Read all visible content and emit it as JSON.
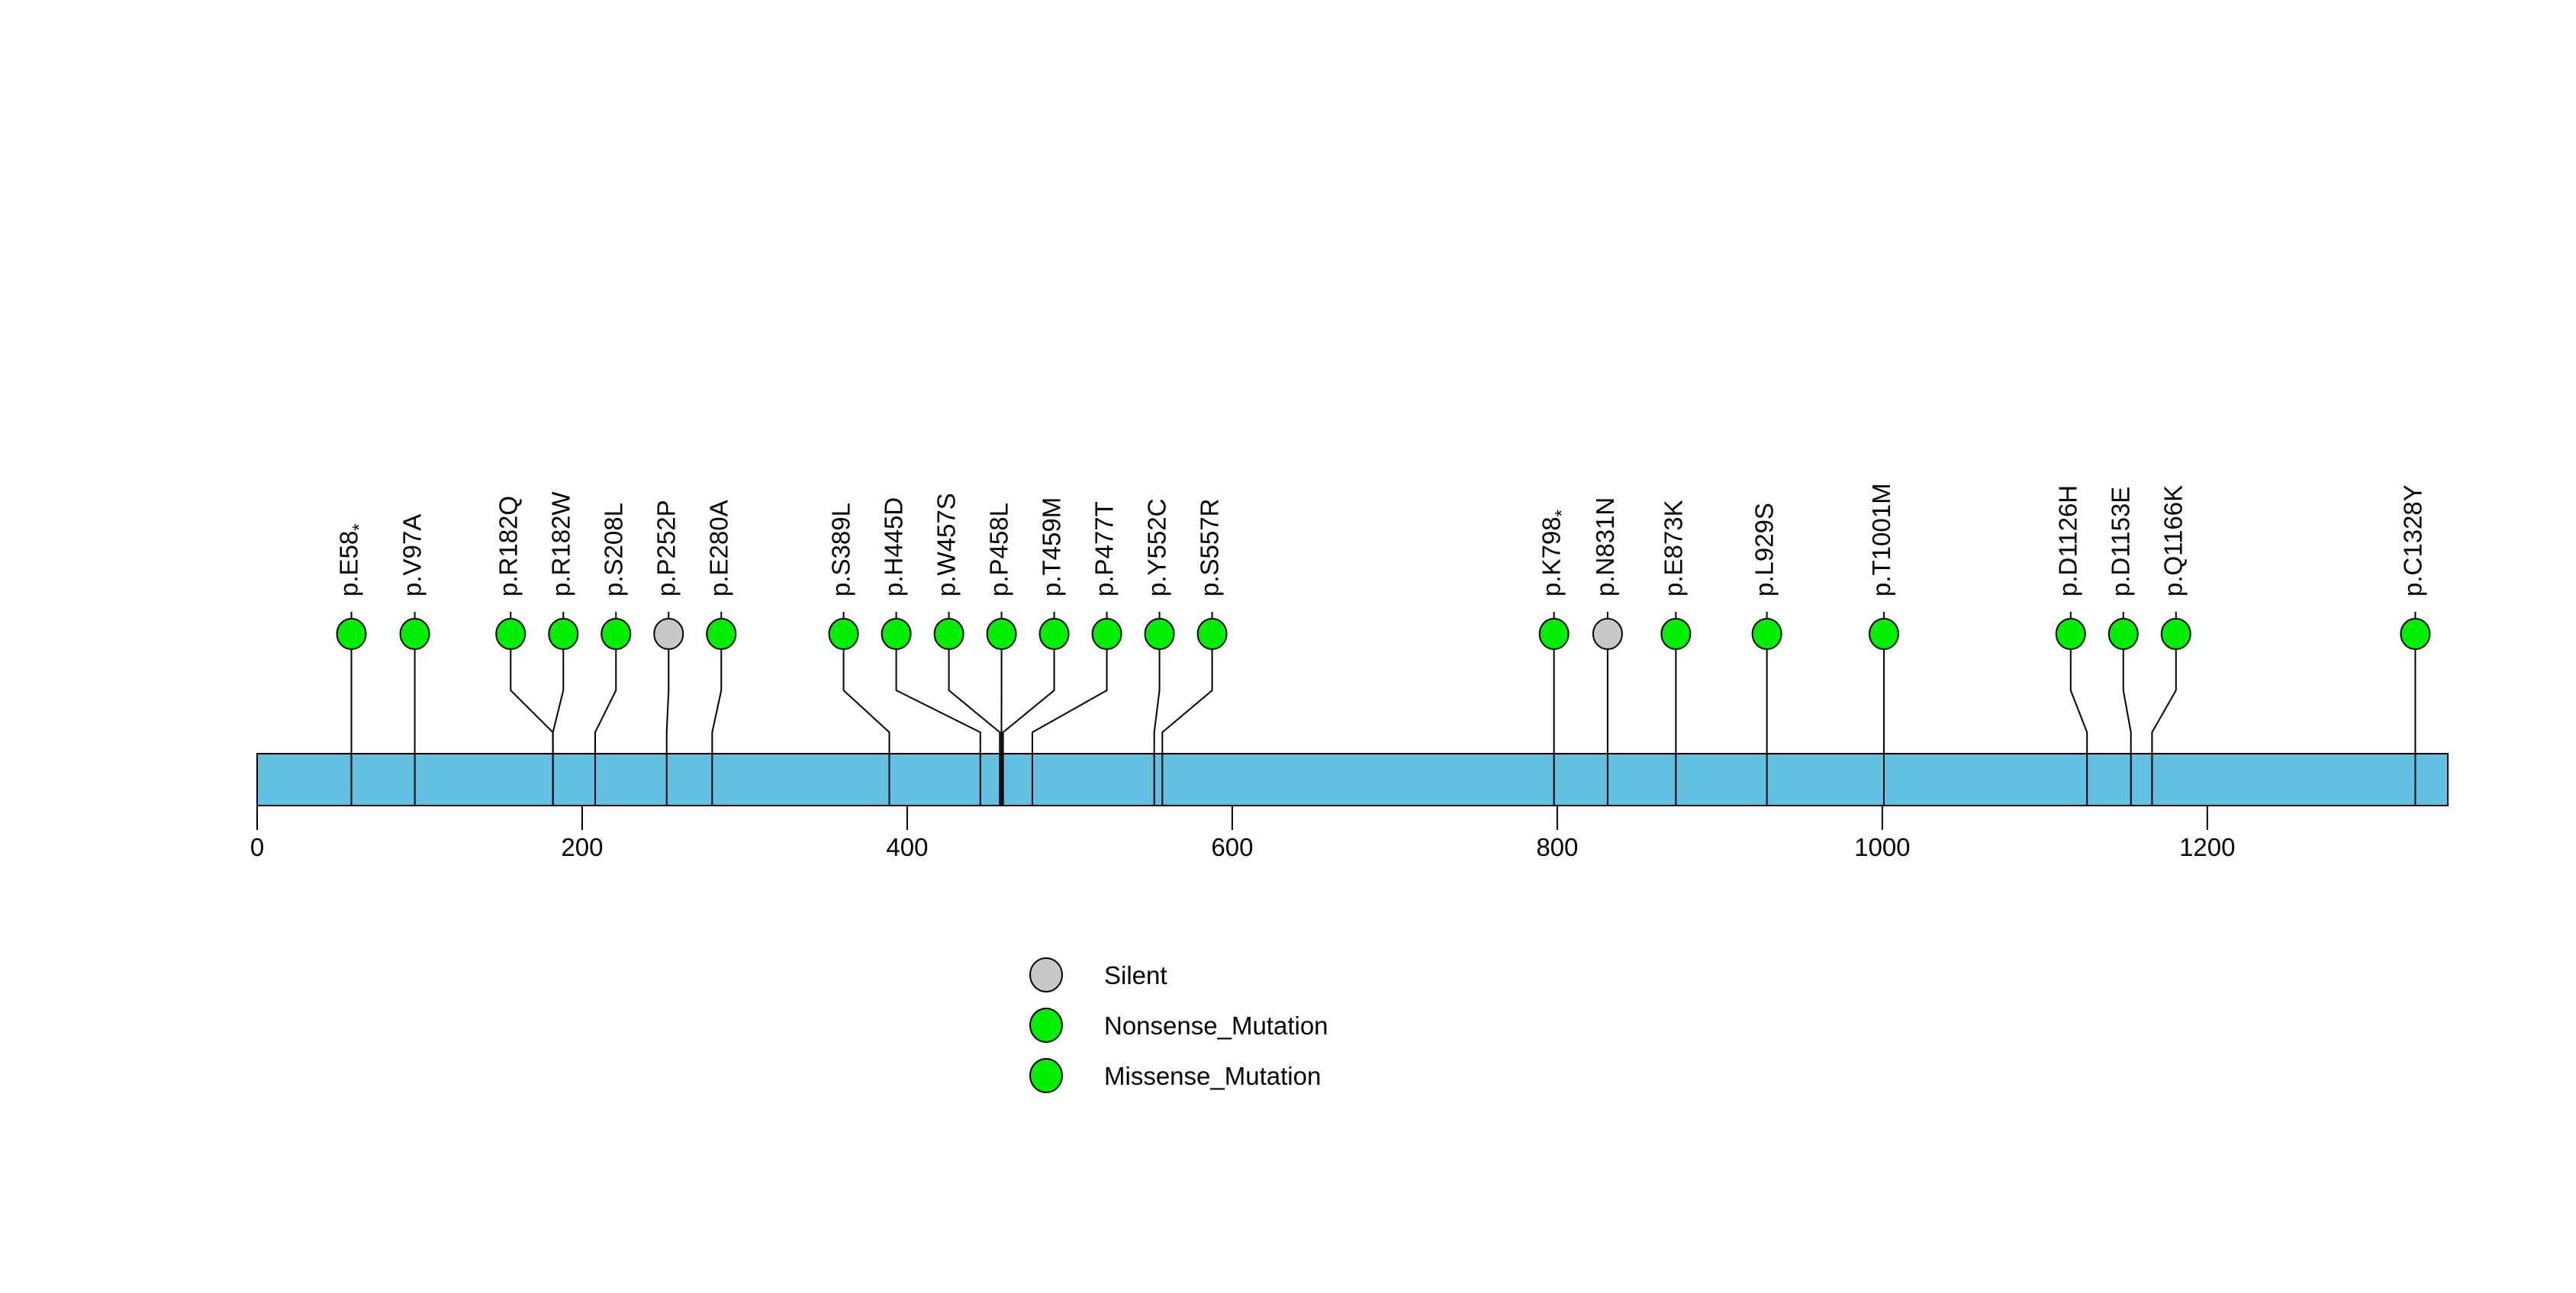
{
  "chart_data": {
    "type": "lollipop",
    "title": "",
    "xlabel": "",
    "ylabel": "",
    "axis": {
      "tick_values": [
        0,
        200,
        400,
        600,
        800,
        1000,
        1200
      ],
      "min": 0,
      "max": 1348,
      "grid": false
    },
    "protein_length": 1348,
    "mutations": [
      {
        "label": "p.E58*",
        "aa": 58,
        "type": "Nonsense_Mutation"
      },
      {
        "label": "p.V97A",
        "aa": 97,
        "type": "Missense_Mutation"
      },
      {
        "label": "p.R182Q",
        "aa": 182,
        "type": "Missense_Mutation"
      },
      {
        "label": "p.R182W",
        "aa": 182,
        "type": "Missense_Mutation"
      },
      {
        "label": "p.S208L",
        "aa": 208,
        "type": "Missense_Mutation"
      },
      {
        "label": "p.P252P",
        "aa": 252,
        "type": "Silent"
      },
      {
        "label": "p.E280A",
        "aa": 280,
        "type": "Missense_Mutation"
      },
      {
        "label": "p.S389L",
        "aa": 389,
        "type": "Missense_Mutation"
      },
      {
        "label": "p.H445D",
        "aa": 445,
        "type": "Missense_Mutation"
      },
      {
        "label": "p.W457S",
        "aa": 457,
        "type": "Missense_Mutation"
      },
      {
        "label": "p.P458L",
        "aa": 458,
        "type": "Missense_Mutation"
      },
      {
        "label": "p.T459M",
        "aa": 459,
        "type": "Missense_Mutation"
      },
      {
        "label": "p.P477T",
        "aa": 477,
        "type": "Missense_Mutation"
      },
      {
        "label": "p.Y552C",
        "aa": 552,
        "type": "Missense_Mutation"
      },
      {
        "label": "p.S557R",
        "aa": 557,
        "type": "Missense_Mutation"
      },
      {
        "label": "p.K798*",
        "aa": 798,
        "type": "Nonsense_Mutation"
      },
      {
        "label": "p.N831N",
        "aa": 831,
        "type": "Silent"
      },
      {
        "label": "p.E873K",
        "aa": 873,
        "type": "Missense_Mutation"
      },
      {
        "label": "p.L929S",
        "aa": 929,
        "type": "Missense_Mutation"
      },
      {
        "label": "p.T1001M",
        "aa": 1001,
        "type": "Missense_Mutation"
      },
      {
        "label": "p.D1126H",
        "aa": 1126,
        "type": "Missense_Mutation"
      },
      {
        "label": "p.D1153E",
        "aa": 1153,
        "type": "Missense_Mutation"
      },
      {
        "label": "p.Q1166K",
        "aa": 1166,
        "type": "Missense_Mutation"
      },
      {
        "label": "p.C1328Y",
        "aa": 1328,
        "type": "Missense_Mutation"
      }
    ],
    "legend": [
      {
        "label": "Silent",
        "color": "#C8C8C8"
      },
      {
        "label": "Nonsense_Mutation",
        "color": "#00EE00"
      },
      {
        "label": "Missense_Mutation",
        "color": "#00EE00"
      }
    ],
    "colors": {
      "Silent": "#C8C8C8",
      "Nonsense_Mutation": "#00EE00",
      "Missense_Mutation": "#00EE00",
      "backbone_fill": "#62C1E0",
      "outline": "#000000"
    }
  }
}
